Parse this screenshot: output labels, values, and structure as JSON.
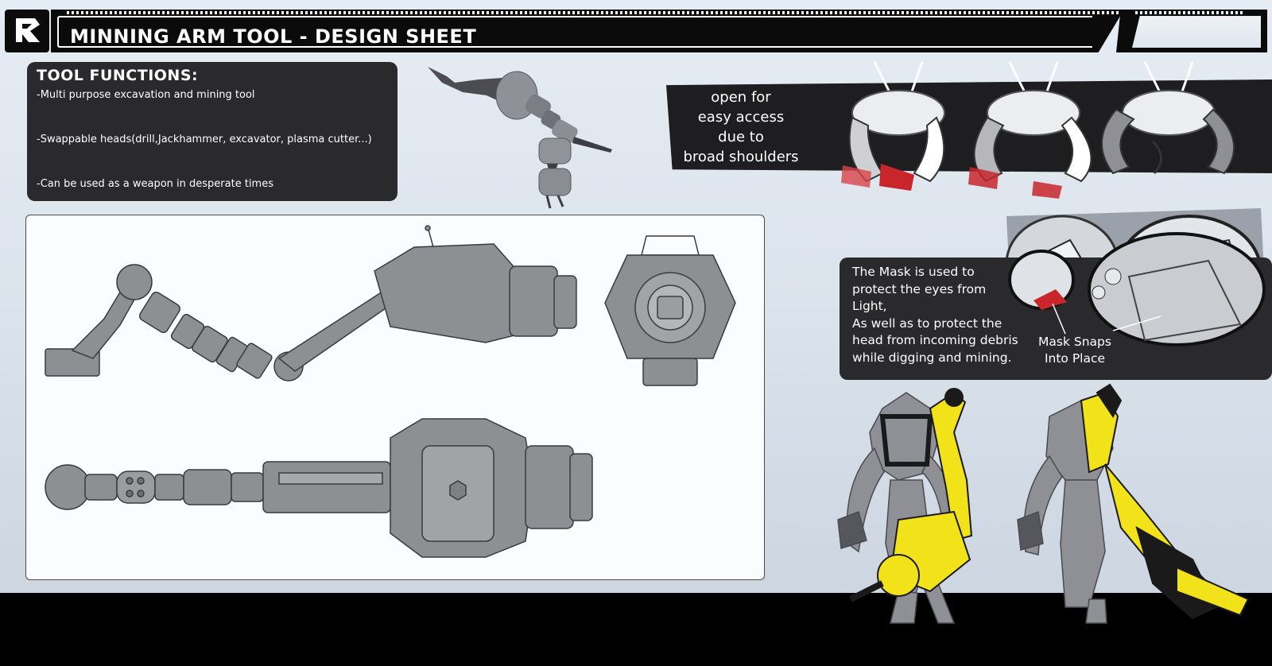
{
  "header": {
    "title": "MINNING ARM TOOL - DESIGN SHEET",
    "logo_icon": "studio-logo-icon"
  },
  "tool_functions": {
    "heading": "TOOL FUNCTIONS:",
    "lines": [
      "-Multi purpose excavation and mining tool",
      "-Swappable heads(drill,Jackhammer, excavator, plasma cutter...)",
      "-Can be used as a weapon in desperate times"
    ]
  },
  "shoulders_note": {
    "lines": [
      "open for",
      "easy access",
      "due to",
      "broad shoulders"
    ]
  },
  "mask_note": {
    "lines": [
      "The Mask is used to",
      "protect the eyes from",
      "Light,",
      "As well as to protect the",
      "head from incoming debris",
      "while digging and mining."
    ],
    "callout_lines": [
      "Mask Snaps",
      "Into Place"
    ]
  },
  "colors": {
    "background": "#dfe6ee",
    "panel_dark": "#2a2a2c",
    "accent_yellow": "#f2e219",
    "accent_red": "#c8262b",
    "band": "#000000"
  }
}
